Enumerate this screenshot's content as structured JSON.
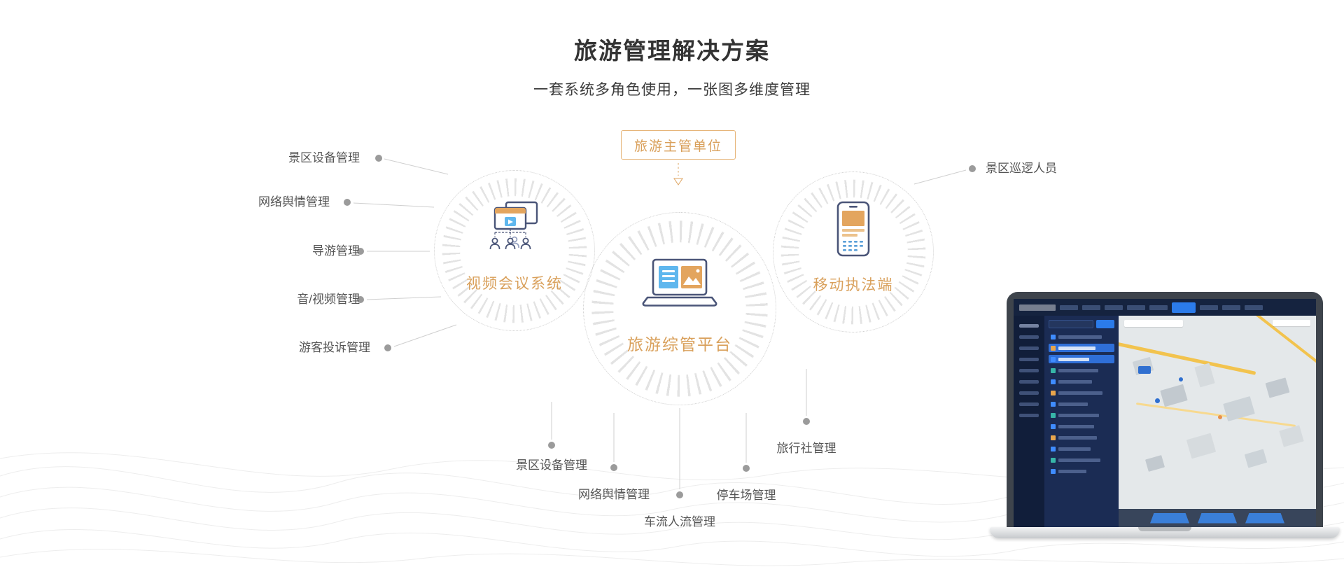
{
  "page": {
    "title": "旅游管理解决方案",
    "subtitle": "一套系统多角色使用，一张图多维度管理"
  },
  "diagram": {
    "top_box": {
      "label": "旅游主管单位"
    },
    "circles": [
      {
        "id": "video-conference",
        "label": "视频会议系统"
      },
      {
        "id": "tourism-platform",
        "label": "旅游综管平台"
      },
      {
        "id": "mobile-enforcement",
        "label": "移动执法端"
      }
    ],
    "left_labels": [
      "景区设备管理",
      "网络舆情管理",
      "导游管理",
      "音/视频管理",
      "游客投诉管理"
    ],
    "right_labels": [
      "景区巡逻人员"
    ],
    "bottom_labels": [
      "景区设备管理",
      "网络舆情管理",
      "车流人流管理",
      "停车场管理",
      "旅行社管理"
    ]
  },
  "icons": {
    "video_conference": "video-window-attendees-icon",
    "tourism_platform": "laptop-dashboard-icon",
    "mobile_enforcement": "smartphone-icon",
    "arrow_down": "dashed-down-arrow-icon"
  },
  "colors": {
    "accent_orange": "#D9A05B",
    "outline_navy": "#4A5578",
    "icon_blue": "#5FB7EE",
    "label_gray": "#555555",
    "line_gray": "#CFCFCF",
    "dot_gray": "#9B9B9B",
    "title_dark": "#333333",
    "dashboard_navy": "#0E1A33",
    "dashboard_highlight_blue": "#2B7BEA",
    "map_gray": "#E4E8EA",
    "road_yellow": "#F2C34E"
  },
  "laptop_preview": {
    "content": "dark-dashboard-with-3d-map"
  }
}
